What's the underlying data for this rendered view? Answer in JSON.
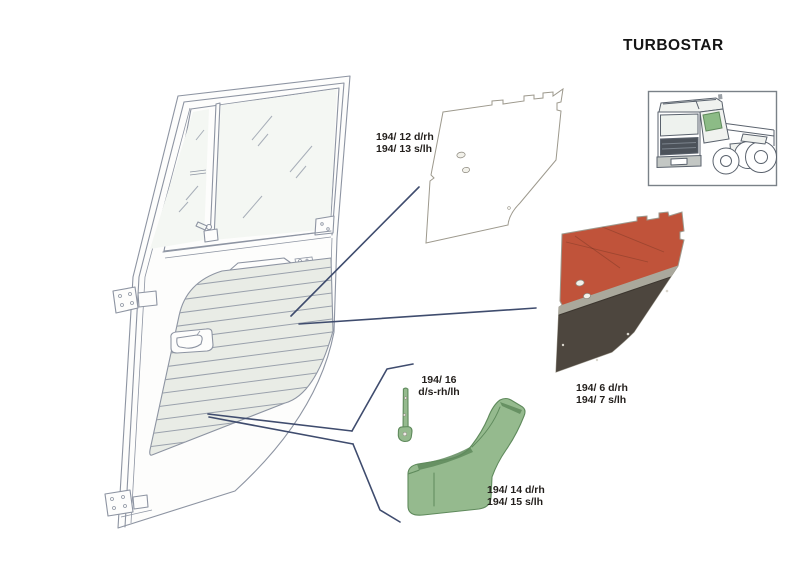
{
  "page": {
    "title": "TURBOSTAR"
  },
  "callouts": {
    "striped_panel": {
      "line1": "194/ 12 d/rh",
      "line2": "194/ 13 s/lh"
    },
    "two_tone_panel": {
      "line1": "194/ 6 d/rh",
      "line2": "194/ 7 s/lh"
    },
    "mount_clip": {
      "line1": "194/ 16",
      "line2": "d/s-rh/lh"
    },
    "armrest": {
      "line1": "194/ 14 d/rh",
      "line2": "194/ 15 s/lh"
    }
  },
  "colors": {
    "background": "#ffffff",
    "line_art": "#8d94a2",
    "panel_fill": "#e9ece6",
    "glass_fill": "#f4f7f3",
    "leader_line": "#3f4c6e",
    "stripe_red": "#c0533a",
    "stripe_dark": "#57534a",
    "stripe_light": "#c3c3bc",
    "panel_red": "#c0533a",
    "panel_band_gray": "#aaa89c",
    "panel_dark": "#4d463e",
    "part_green": "#95ba8e",
    "part_green_dark": "#5f8a5c",
    "label_text": "#231f1c",
    "title_text": "#151515",
    "truck_line": "#5a626d",
    "truck_window_green": "#8cbb86",
    "box_border": "#7a8188"
  }
}
